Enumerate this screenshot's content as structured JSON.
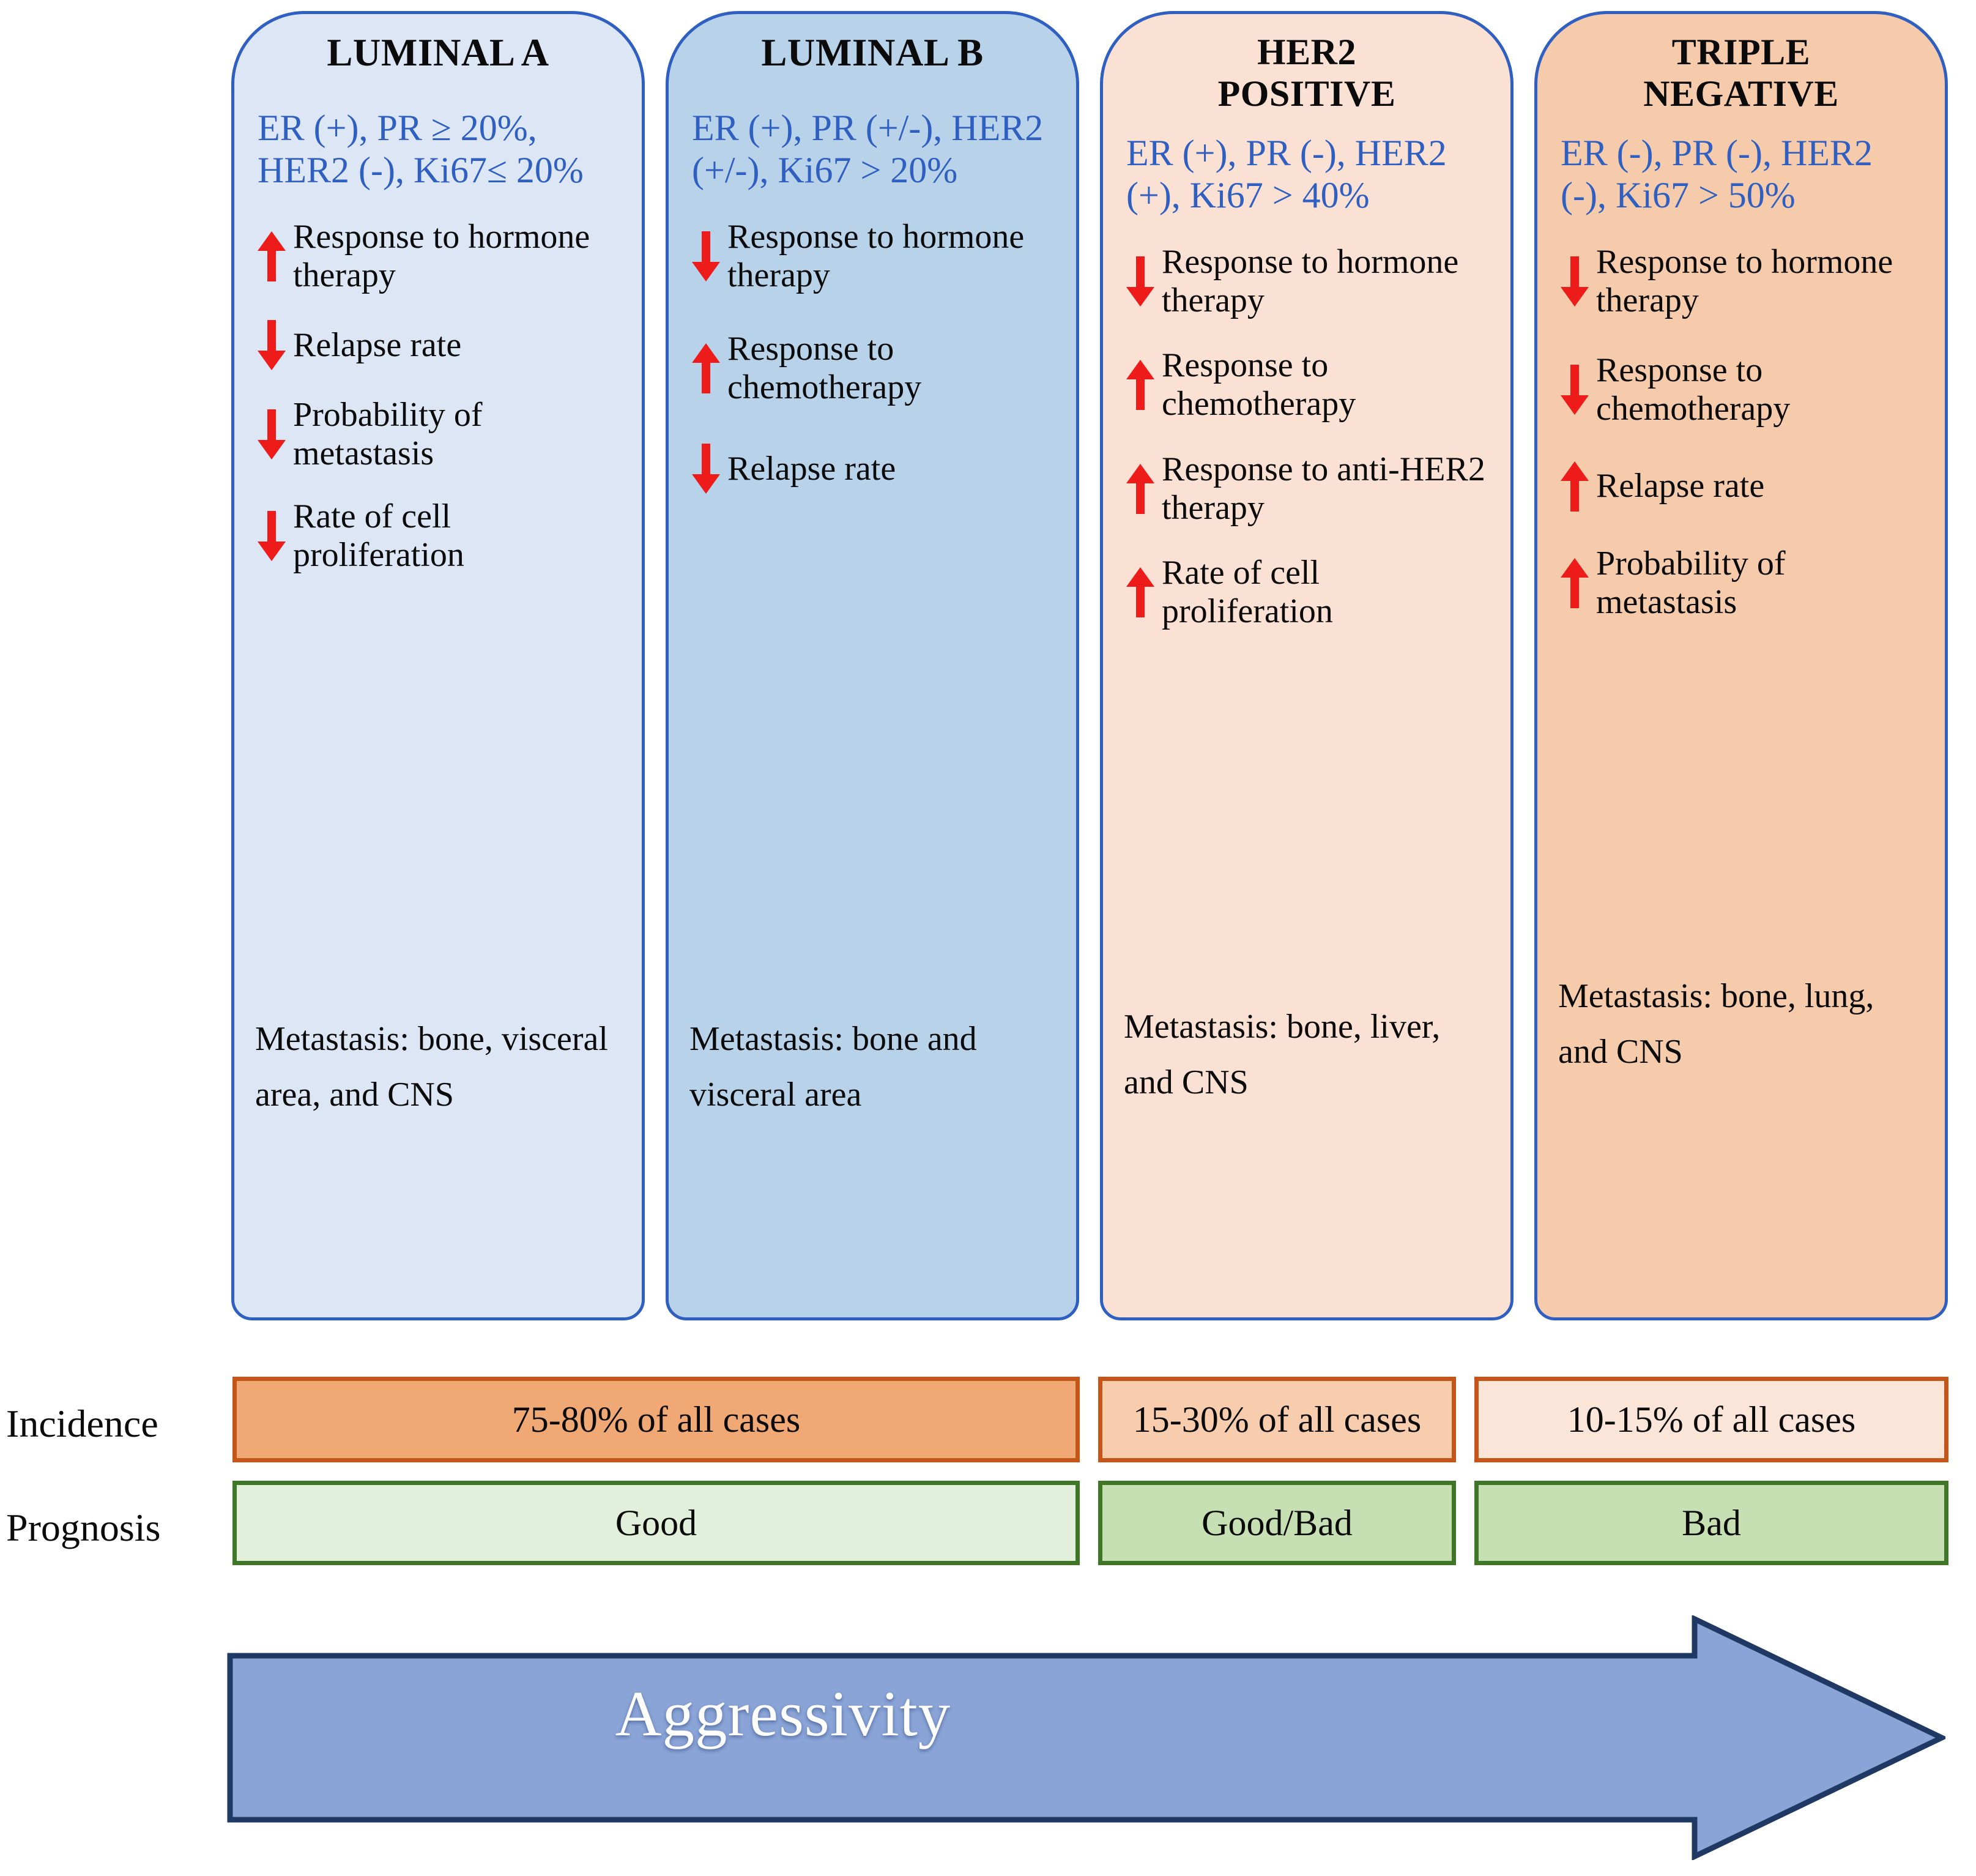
{
  "subtypes": [
    {
      "title": "LUMINAL A",
      "biomarkers": "ER (+), PR ≥ 20%, HER2 (-), Ki67≤ 20%",
      "features": [
        {
          "direction": "up",
          "text": "Response to hormone therapy"
        },
        {
          "direction": "down",
          "text": "Relapse rate"
        },
        {
          "direction": "down",
          "text": "Probability of metastasis"
        },
        {
          "direction": "down",
          "text": "Rate of cell proliferation"
        }
      ],
      "metastasis": "Metastasis: bone, visceral area, and CNS"
    },
    {
      "title": "LUMINAL B",
      "biomarkers": "ER (+), PR (+/-), HER2 (+/-), Ki67 > 20%",
      "features": [
        {
          "direction": "down",
          "text": "Response to hormone therapy"
        },
        {
          "direction": "up",
          "text": "Response to chemotherapy"
        },
        {
          "direction": "down",
          "text": "Relapse rate"
        }
      ],
      "metastasis": "Metastasis: bone and visceral area"
    },
    {
      "title": "HER2\nPOSITIVE",
      "biomarkers": "ER (+), PR (-), HER2 (+), Ki67 > 40%",
      "features": [
        {
          "direction": "down",
          "text": "Response to hormone therapy"
        },
        {
          "direction": "up",
          "text": "Response to chemotherapy"
        },
        {
          "direction": "up",
          "text": "Response to anti-HER2 therapy"
        },
        {
          "direction": "up",
          "text": "Rate of cell proliferation"
        }
      ],
      "metastasis": "Metastasis: bone, liver, and CNS"
    },
    {
      "title": "TRIPLE\nNEGATIVE",
      "biomarkers": "ER (-), PR (-), HER2 (-), Ki67 > 50%",
      "features": [
        {
          "direction": "down",
          "text": "Response to hormone therapy"
        },
        {
          "direction": "down",
          "text": "Response to chemotherapy"
        },
        {
          "direction": "up",
          "text": "Relapse rate"
        },
        {
          "direction": "up",
          "text": "Probability of metastasis"
        }
      ],
      "metastasis": "Metastasis: bone, lung,  and CNS"
    }
  ],
  "rows": {
    "incidence_label": "Incidence",
    "prognosis_label": "Prognosis",
    "incidence_values": [
      "75-80% of all cases",
      "15-30% of all cases",
      "10-15% of all cases"
    ],
    "prognosis_values": [
      "Good",
      "Good/Bad",
      "Bad"
    ]
  },
  "aggressivity": {
    "label": "Aggressivity"
  },
  "colors": {
    "card_border": "#2f5fc0",
    "card1_bg": "#dce6f5",
    "card2_bg": "#b8d2ea",
    "card3_bg": "#fae1d4",
    "card4_bg": "#f6cbab",
    "biomarker_text": "#2f5fc0",
    "arrow_red": "#ee1b1b",
    "incidence_border": "#c4561a",
    "prognosis_border": "#3f7628",
    "aggressivity_fill": "#8aa4d8",
    "aggressivity_border": "#1f3864"
  }
}
